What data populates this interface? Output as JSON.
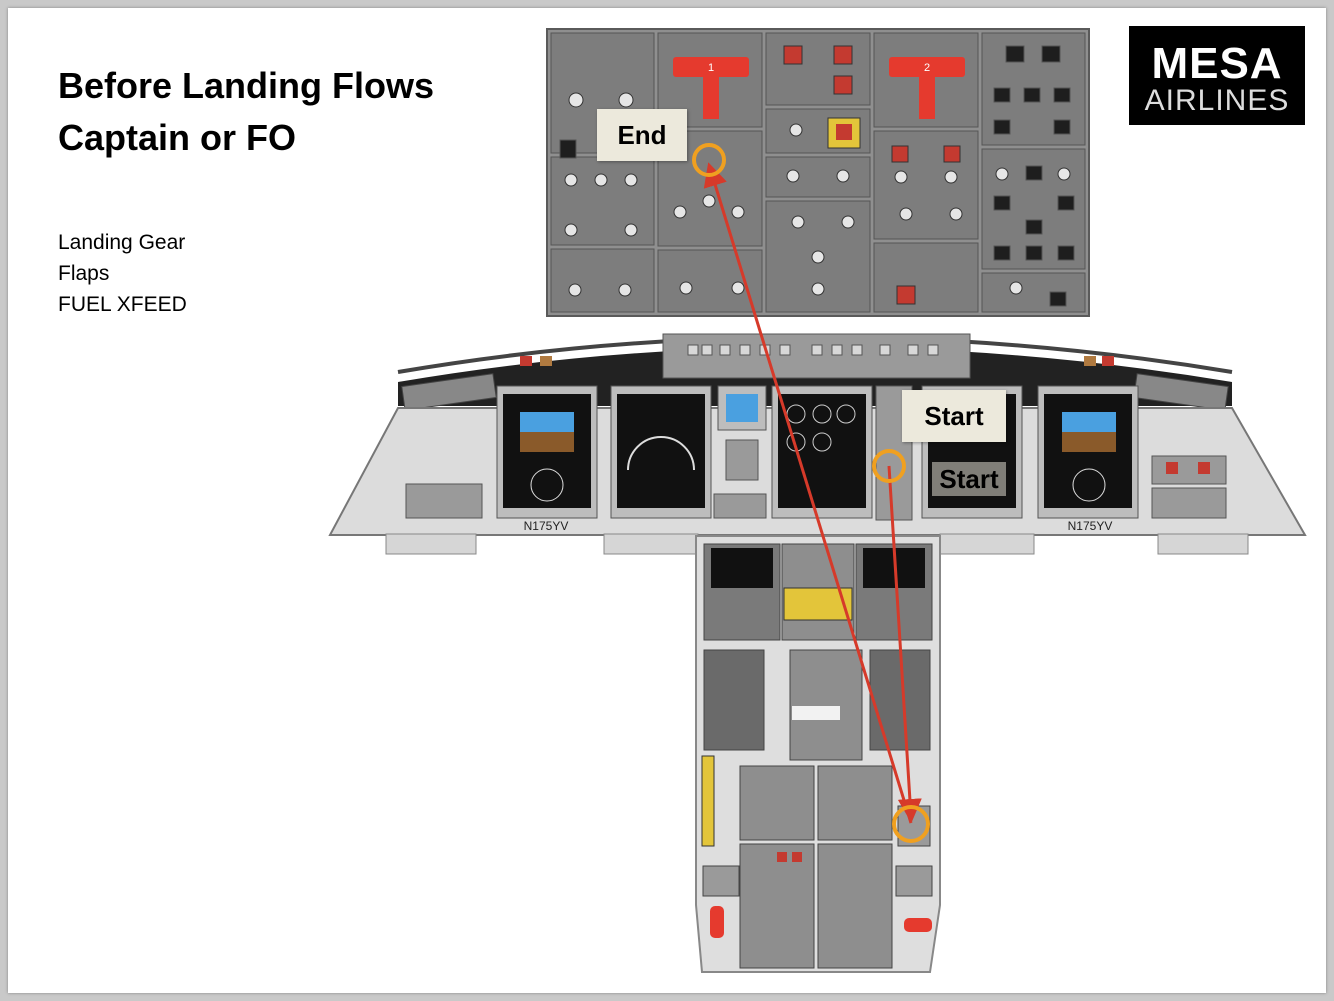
{
  "title": {
    "line1": "Before Landing Flows",
    "line2": "Captain or FO"
  },
  "flow_items": [
    "Landing Gear",
    "Flaps",
    "FUEL XFEED"
  ],
  "logo": {
    "line1": "MESA",
    "line2": "AIRLINES"
  },
  "callouts": {
    "end": "End",
    "start": "Start",
    "start_overlay": "Start"
  },
  "panel_labels": {
    "engine_1": "1",
    "engine_2": "2",
    "tail_left": "N175YV",
    "tail_right": "N175YV"
  },
  "colors": {
    "flow_arrow": "#d63a2a",
    "highlight_ring": "#f0a020",
    "accent_red": "#e53a2e"
  }
}
